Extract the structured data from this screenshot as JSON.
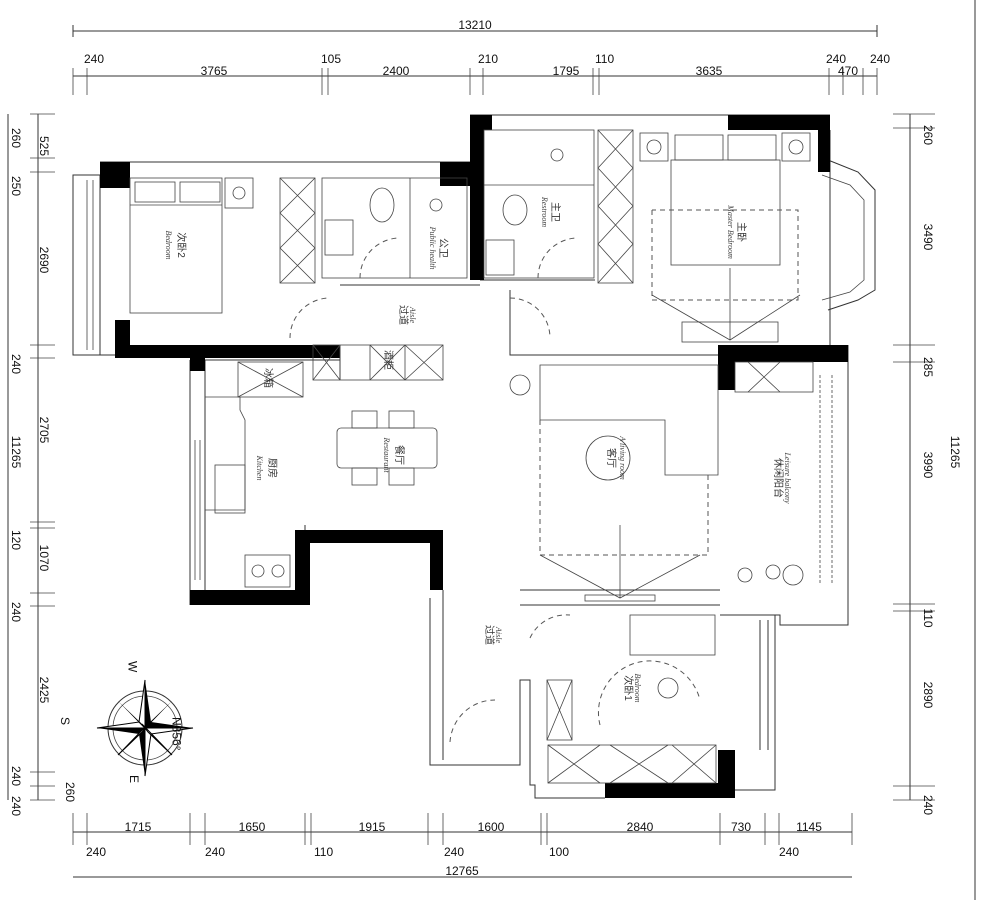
{
  "dimensions": {
    "top_total": "13210",
    "top_walls": [
      "240",
      "105",
      "210",
      "110",
      "240",
      "240"
    ],
    "top_spans": [
      "3765",
      "2400",
      "1795",
      "3635",
      "470"
    ],
    "bottom_spans": [
      "1715",
      "1650",
      "1915",
      "1600",
      "2840",
      "730",
      "1145"
    ],
    "bottom_walls": [
      "240",
      "240",
      "110",
      "240",
      "100",
      "240"
    ],
    "bottom_total": "12765",
    "left_outer": [
      "260",
      "250",
      "240",
      "120",
      "240",
      "240",
      "240"
    ],
    "left_inner": [
      "525",
      "2690",
      "2705",
      "1070",
      "2425",
      "260"
    ],
    "left_total": "11265",
    "right": [
      "260",
      "3490",
      "285",
      "3990",
      "110",
      "2890",
      "240"
    ],
    "right_total": "11265"
  },
  "rooms": {
    "bedroom2": {
      "cn": "次卧2",
      "en": "Bedroom"
    },
    "public_bath": {
      "cn": "公卫",
      "en": "Public health"
    },
    "master_bath": {
      "cn": "主卫",
      "en": "Restroom"
    },
    "master_bedroom": {
      "cn": "主卧",
      "en": "Master Bedroom"
    },
    "aisle_top": {
      "cn": "过道",
      "en": "Aisle"
    },
    "fridge": {
      "cn": "冰箱"
    },
    "wine_cabinet": {
      "cn": "酒柜"
    },
    "kitchen": {
      "cn": "厨房",
      "en": "Kitchen"
    },
    "dining": {
      "cn": "餐厅",
      "en": "Restaurant"
    },
    "living": {
      "cn": "客厅",
      "en": "A living room"
    },
    "balcony": {
      "cn": "休闲阳台",
      "en": "Leisure balcony"
    },
    "aisle_bottom": {
      "cn": "过道",
      "en": "Aisle"
    },
    "bedroom1": {
      "cn": "次卧1",
      "en": "Bedroom"
    }
  },
  "compass": {
    "w": "W",
    "s": "S",
    "e": "E",
    "bearing": "N356°"
  }
}
